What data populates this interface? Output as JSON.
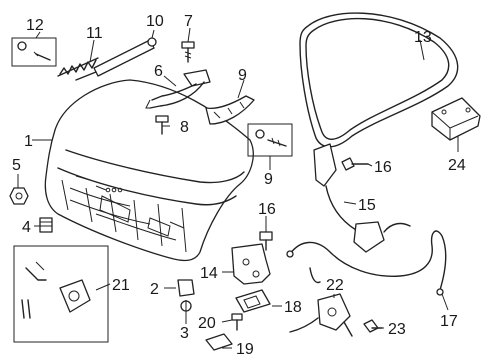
{
  "callouts": {
    "c1": "1",
    "c2": "2",
    "c3": "3",
    "c4": "4",
    "c5": "5",
    "c6": "6",
    "c7": "7",
    "c8": "8",
    "c9a": "9",
    "c9b": "9",
    "c10": "10",
    "c11": "11",
    "c12": "12",
    "c13": "13",
    "c14": "14",
    "c15": "15",
    "c16a": "16",
    "c16b": "16",
    "c17": "17",
    "c18": "18",
    "c19": "19",
    "c20": "20",
    "c21": "21",
    "c22": "22",
    "c23": "23",
    "c24": "24"
  },
  "parts": {
    "p1": "trunk-lid",
    "p2": "bumper",
    "p3": "bolt",
    "p4": "spring-bumper",
    "p5": "nut-fastener",
    "p6": "hinge",
    "p7": "bolt",
    "p8": "bolt",
    "p9": "hinge-cover-and-bolt",
    "p10": "lift-support-strut",
    "p11": "spring",
    "p12": "clip-kit",
    "p13": "weatherstrip",
    "p14": "latch-bracket",
    "p15": "release-cable",
    "p16": "bolt",
    "p17": "release-cable-long",
    "p18": "striker",
    "p19": "handle",
    "p20": "bolt",
    "p21": "latch-assembly-kit",
    "p22": "latch-actuator",
    "p23": "bolt",
    "p24": "control-module"
  }
}
